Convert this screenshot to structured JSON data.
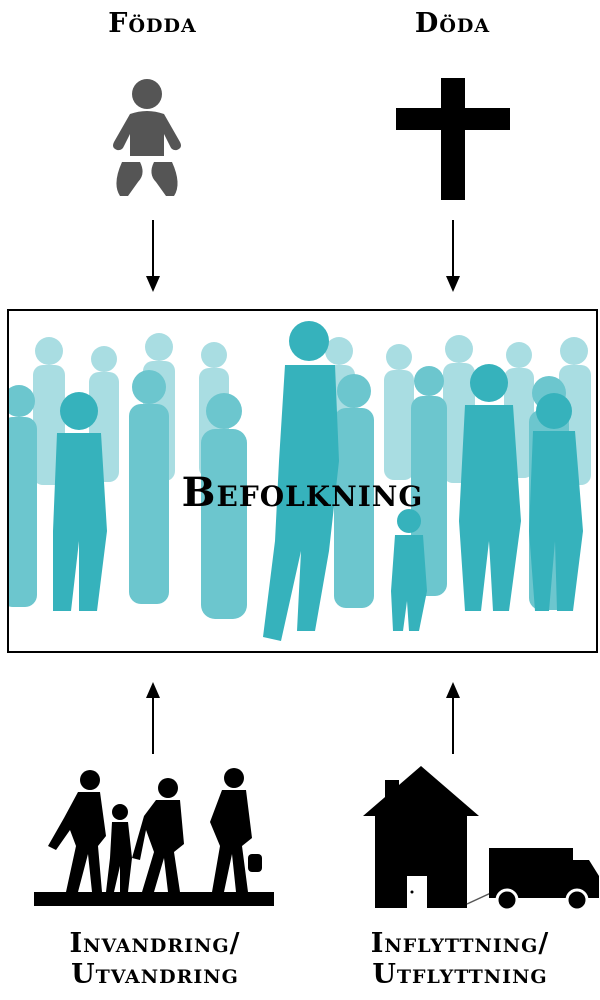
{
  "labels": {
    "births": "Födda",
    "deaths": "Döda",
    "population": "Befolkning",
    "immigration_line1": "Invandring/",
    "immigration_line2": "Utvandring",
    "relocation_line1": "Inflyttning/",
    "relocation_line2": "Utflyttning"
  },
  "icons": {
    "births": "baby-icon",
    "deaths": "cross-icon",
    "immigration": "walking-people-icon",
    "relocation": "house-and-truck-icon",
    "population": "crowd-image"
  },
  "colors": {
    "crowd_front": "#36b2bc",
    "crowd_mid": "#6cc6ce",
    "crowd_back": "#a9dde2",
    "icon_gray": "#555555",
    "icon_black": "#000000"
  }
}
